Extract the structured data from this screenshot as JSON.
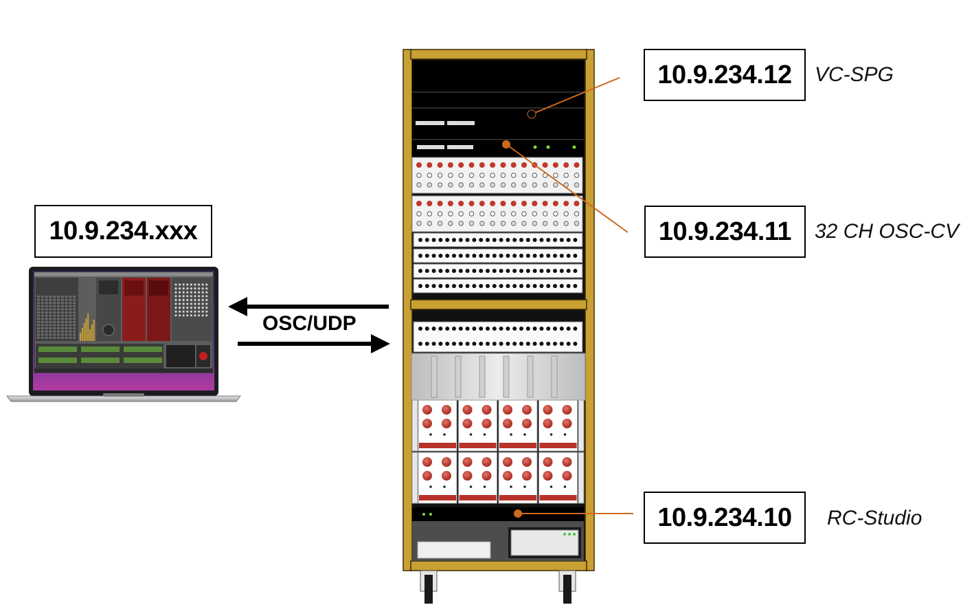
{
  "laptop": {
    "ip": "10.9.234.xxx"
  },
  "connection": {
    "label": "OSC/UDP"
  },
  "devices": [
    {
      "id": "vc-spg",
      "ip": "10.9.234.12",
      "name": "VC-SPG"
    },
    {
      "id": "osc-cv",
      "ip": "10.9.234.11",
      "name": "32 CH OSC-CV"
    },
    {
      "id": "rc-studio",
      "ip": "10.9.234.10",
      "name": "RC-Studio"
    }
  ],
  "colors": {
    "leader": "#cc6a1e",
    "rack_frame": "#c9a033",
    "module_red": "#b8322b"
  }
}
